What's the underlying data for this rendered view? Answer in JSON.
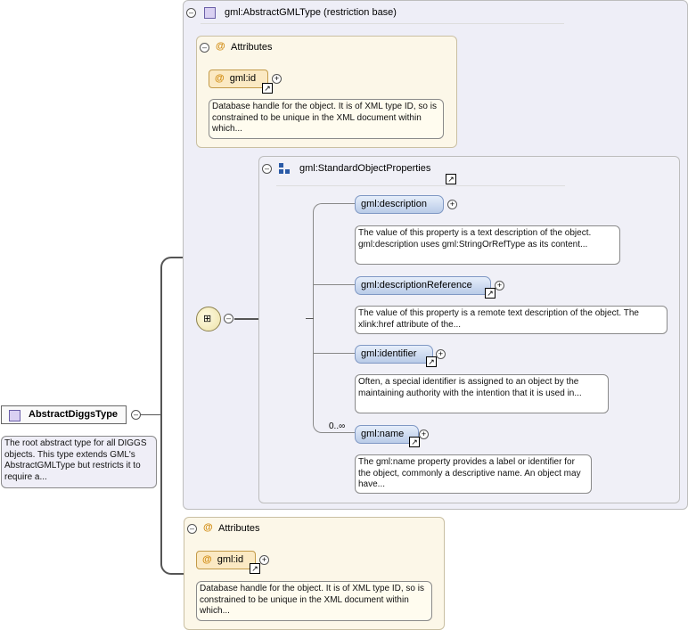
{
  "root": {
    "name": "AbstractDiggsType",
    "doc": "The root abstract type for all DIGGS objects. This type extends GML's AbstractGMLType but restricts it to require a..."
  },
  "base": {
    "title": "gml:AbstractGMLType (restriction base)",
    "attributes_label": "Attributes",
    "attr_name": "gml:id",
    "attr_doc": "Database handle for the object. It is of XML type ID, so is constrained to be unique in the XML document within which...",
    "group_name": "gml:StandardObjectProperties",
    "elements": [
      {
        "name": "gml:description",
        "doc": "The value of this property is a text description of the object. gml:description uses gml:StringOrRefType as its content..."
      },
      {
        "name": "gml:descriptionReference",
        "doc": "The value of this property is a remote text description of the object. The xlink:href attribute of the..."
      },
      {
        "name": "gml:identifier",
        "doc": "Often, a special identifier is assigned to an object by the maintaining authority with the intention that it is used in..."
      },
      {
        "name": "gml:name",
        "doc": "The gml:name property provides a label or identifier for the object, commonly a descriptive name. An object may have..."
      }
    ],
    "cardinality": "0..∞"
  },
  "own": {
    "attributes_label": "Attributes",
    "attr_name": "gml:id",
    "attr_doc": "Database handle for the object. It is of XML type ID, so is constrained to be unique in the XML document within which..."
  },
  "symbols": {
    "collapse": "⊖",
    "expand": "+",
    "link": "↗",
    "at": "@"
  }
}
